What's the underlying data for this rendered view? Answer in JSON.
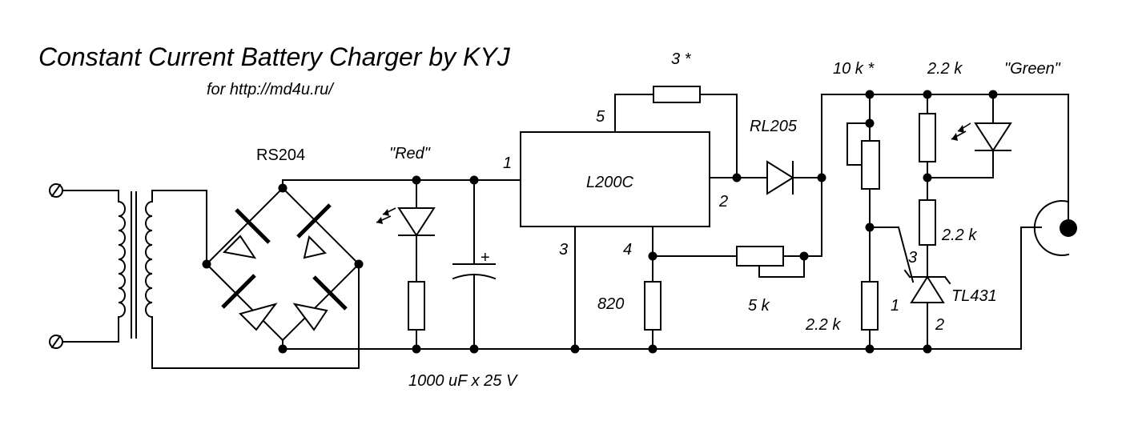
{
  "title": "Constant Current Battery Charger by KYJ",
  "subtitle": "for http://md4u.ru/",
  "components": {
    "bridge": "RS204",
    "led_red": "\"Red\"",
    "regulator": "L200C",
    "capacitor": "1000 uF x 25 V",
    "diode": "RL205",
    "r_sense": "3 *",
    "r_820": "820",
    "pot_5k": "5 k",
    "pot_10k": "10 k *",
    "r_22k_top": "2.2 k",
    "led_green": "\"Green\"",
    "r_22k_mid": "2.2 k",
    "r_22k_low": "2.2 k",
    "shunt": "TL431"
  },
  "pins": {
    "l200_1": "1",
    "l200_2": "2",
    "l200_3": "3",
    "l200_4": "4",
    "l200_5": "5",
    "tl431_1": "1",
    "tl431_2": "2",
    "tl431_3": "3"
  },
  "polarity_plus": "+",
  "icons": [
    "terminal-icon",
    "transformer-icon",
    "diode-icon",
    "led-icon",
    "capacitor-icon",
    "resistor-icon",
    "potentiometer-icon",
    "shunt-regulator-icon",
    "output-jack-icon"
  ]
}
